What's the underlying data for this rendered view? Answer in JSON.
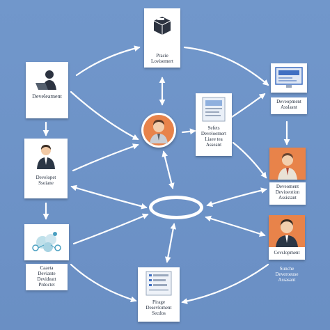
{
  "nodes": {
    "top_center": {
      "label": "Pracie\nLovisemert"
    },
    "top_right": {
      "label": "Deveopment Asslasnt"
    },
    "left_top": {
      "label": "Develearnent"
    },
    "left_middle": {
      "label": "Developet\nSsoiane"
    },
    "left_bottom": {
      "label": "Caaeta\nDeviante\nDevideatt\nPrdoctet"
    },
    "center_doc": {
      "label": "Sefets\nDeveloemert\nLiaee tea\nAsseant"
    },
    "right_middle": {
      "label": "Deveoment\nDevioeotion\nAssistant"
    },
    "right_lower": {
      "label": "Cevslopment"
    },
    "right_bottom": {
      "label": "Sunche\nDeveroeuse\nAssasant"
    },
    "bottom_center": {
      "label": "Pirage\nDesevloment\nSecdos"
    }
  },
  "icons": {
    "top_center": "box-icon",
    "top_right": "monitor-icon",
    "left_top": "person-laptop-icon",
    "left_middle": "businessman-icon",
    "left_bottom": "network-cloud-icon",
    "center_doc": "document-icon",
    "center_avatar": "person-avatar-icon",
    "right_middle": "person-portrait-icon",
    "right_lower": "person-portrait-icon",
    "bottom_center": "document-icon"
  },
  "colors": {
    "background": "#6f93c7",
    "arrow": "#ffffff",
    "card": "#ffffff",
    "portrait_bg": "#e8834a",
    "monitor_accent": "#3f6fc2"
  }
}
